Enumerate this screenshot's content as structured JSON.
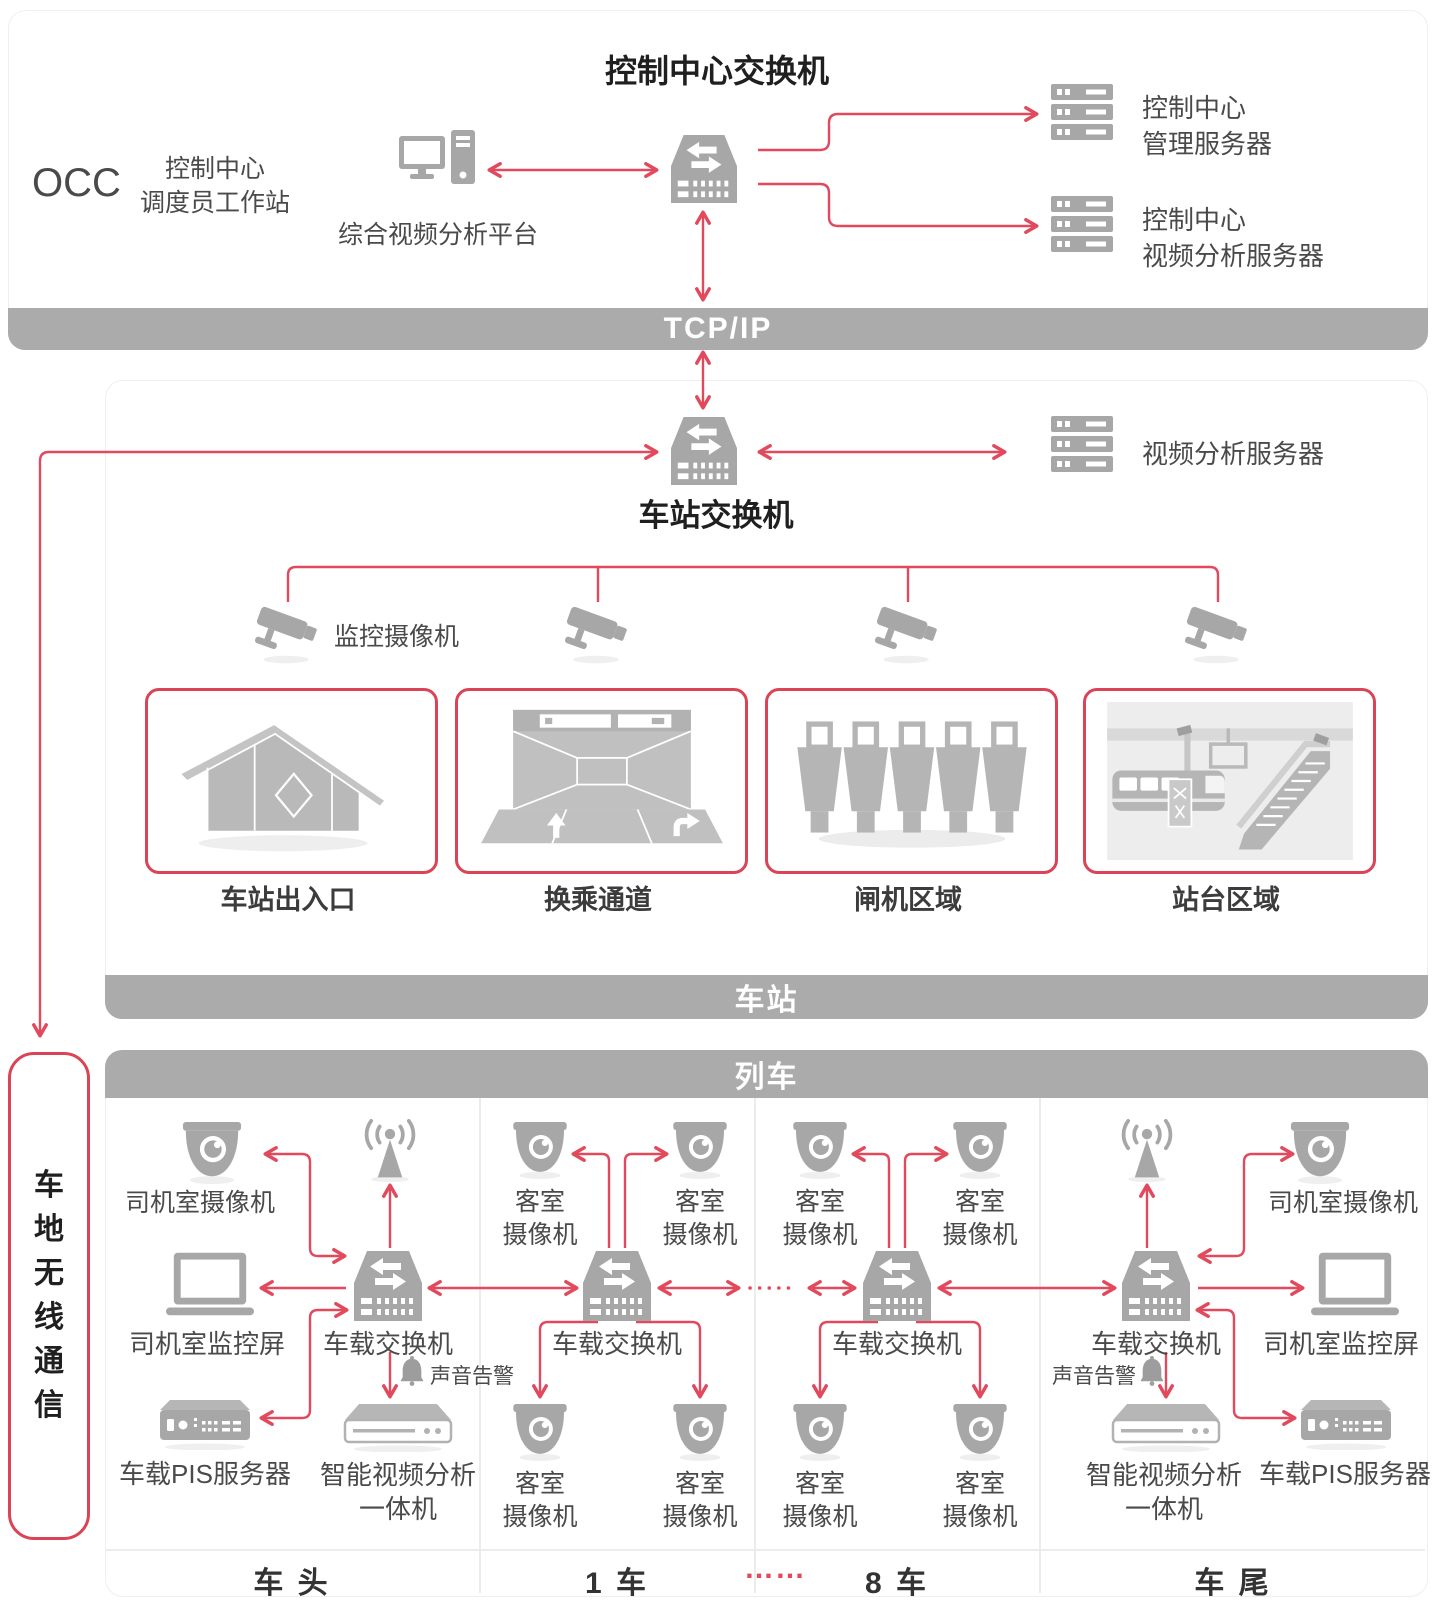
{
  "colors": {
    "accent_red": "#e2495c",
    "box_border_red": "#db4356",
    "band_gray": "#ababab",
    "icon_gray": "#a7a7a7",
    "title_text": "#1f1f1f",
    "label_text": "#4a4a4a"
  },
  "icons": {
    "workstation": "desktop-workstation-icon",
    "switch": "network-switch-icon",
    "server": "server-rack-icon",
    "cctv": "cctv-camera-icon",
    "dome_camera": "dome-camera-icon",
    "antenna": "wireless-antenna-icon",
    "monitor": "laptop-monitor-icon",
    "pis": "pis-server-icon",
    "analysis": "set-top-box-icon",
    "bell": "alarm-bell-icon"
  },
  "occ": {
    "title": "控制中心交换机",
    "occ_label": "OCC",
    "dispatcher_line1": "控制中心",
    "dispatcher_line2": "调度员工作站",
    "platform_label": "综合视频分析平台",
    "mgmt_server_line1": "控制中心",
    "mgmt_server_line2": "管理服务器",
    "va_server_line1": "控制中心",
    "va_server_line2": "视频分析服务器",
    "tcpip_band": "TCP/IP"
  },
  "station": {
    "switch_label": "车站交换机",
    "va_server_label": "视频分析服务器",
    "camera_label": "监控摄像机",
    "band": "车站",
    "areas": [
      {
        "label": "车站出入口"
      },
      {
        "label": "换乘通道"
      },
      {
        "label": "闸机区域"
      },
      {
        "label": "站台区域"
      }
    ]
  },
  "wireless": {
    "label": "车地无线通信"
  },
  "train": {
    "band": "列车",
    "head": {
      "cab_camera": "司机室摄像机",
      "monitor": "司机室监控屏",
      "switch": "车载交换机",
      "alarm": "声音告警",
      "pis_server": "车载PIS服务器",
      "analysis_line1": "智能视频分析",
      "analysis_line2": "一体机",
      "footer": "车 头"
    },
    "car1": {
      "cam_line1": "客室",
      "cam_line2": "摄像机",
      "switch": "车载交换机",
      "footer": "1 车"
    },
    "car8": {
      "cam_line1": "客室",
      "cam_line2": "摄像机",
      "switch": "车载交换机",
      "footer": "8 车"
    },
    "tail": {
      "cab_camera": "司机室摄像机",
      "monitor": "司机室监控屏",
      "switch": "车载交换机",
      "alarm": "声音告警",
      "pis_server": "车载PIS服务器",
      "analysis_line1": "智能视频分析",
      "analysis_line2": "一体机",
      "footer": "车 尾"
    },
    "footer_ellipsis": "……"
  }
}
